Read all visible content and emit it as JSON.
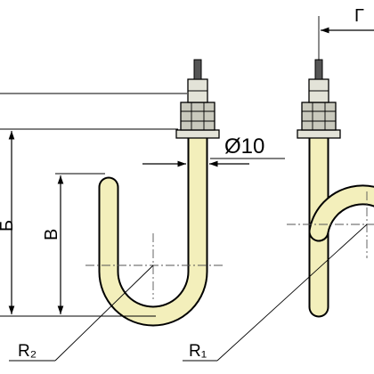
{
  "labels": {
    "diameter": "Ø10",
    "height_total": "Б",
    "height_inner": "В",
    "offset_top": "Г",
    "radius_small": "R₂",
    "radius_large": "R₁"
  },
  "colors": {
    "tube_fill": "#f3efbb",
    "line": "#000000",
    "metal": "#e3e3d8"
  }
}
